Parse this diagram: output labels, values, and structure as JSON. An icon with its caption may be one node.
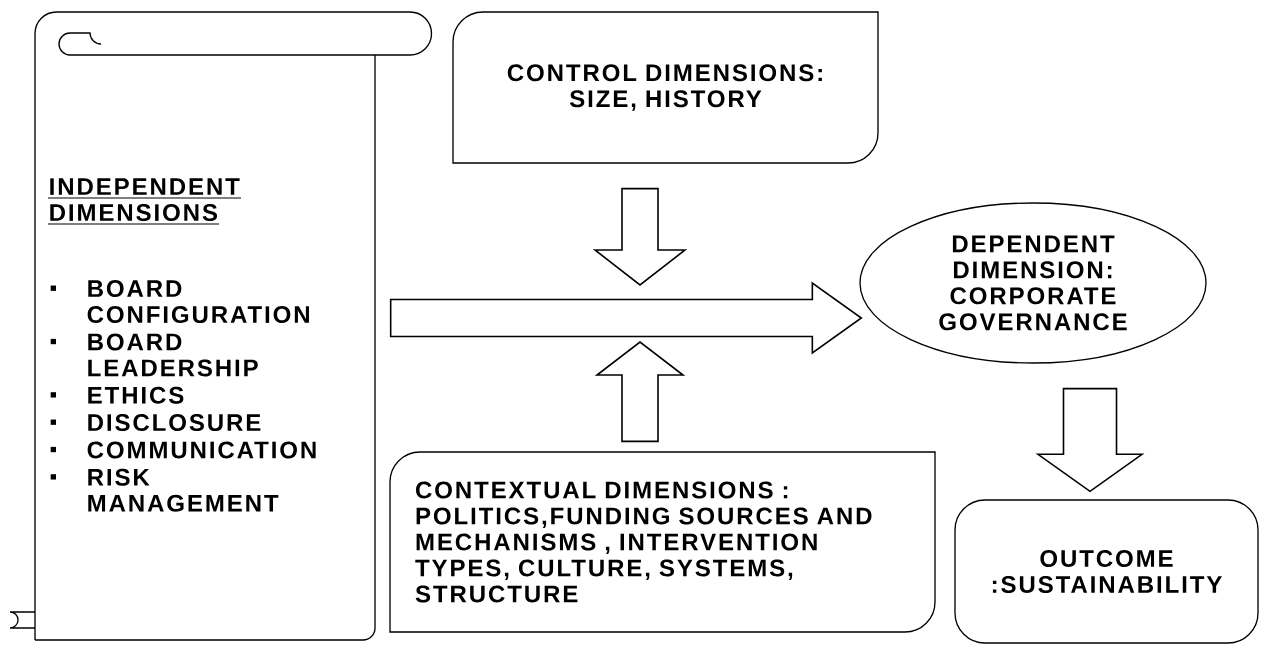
{
  "diagram": {
    "nodes": [
      {
        "text": [
          "INDEPENDENT DIMENSIONS",
          "BOARD CONFIGURATION",
          "BOARD LEADERSHIP",
          "ETHICS",
          "DISCLOSURE",
          "COMMUNICATION",
          "RISK MANAGEMENT"
        ]
      },
      {
        "text": [
          "CONTROL DIMENSIONS:",
          "SIZE, HISTORY"
        ]
      },
      {
        "text": [
          "DEPENDENT DIMENSION: CORPORATE GOVERNANCE"
        ]
      },
      {
        "text": [
          "CONTEXTUAL DIMENSIONS :",
          "POLITICS,FUNDING SOURCES AND MECHANISMS , INTERVENTION TYPES, CULTURE, SYSTEMS, STRUCTURE"
        ]
      },
      {
        "text": [
          "OUTCOME :SUSTAINABILITY"
        ]
      }
    ],
    "edges": [
      {
        "from": 0,
        "to": 2,
        "arrow": "to"
      },
      {
        "from": 1,
        "to": null,
        "arrow": "to"
      },
      {
        "from": 3,
        "to": null,
        "arrow": "to"
      },
      {
        "from": 2,
        "to": 4,
        "arrow": "to"
      }
    ]
  }
}
